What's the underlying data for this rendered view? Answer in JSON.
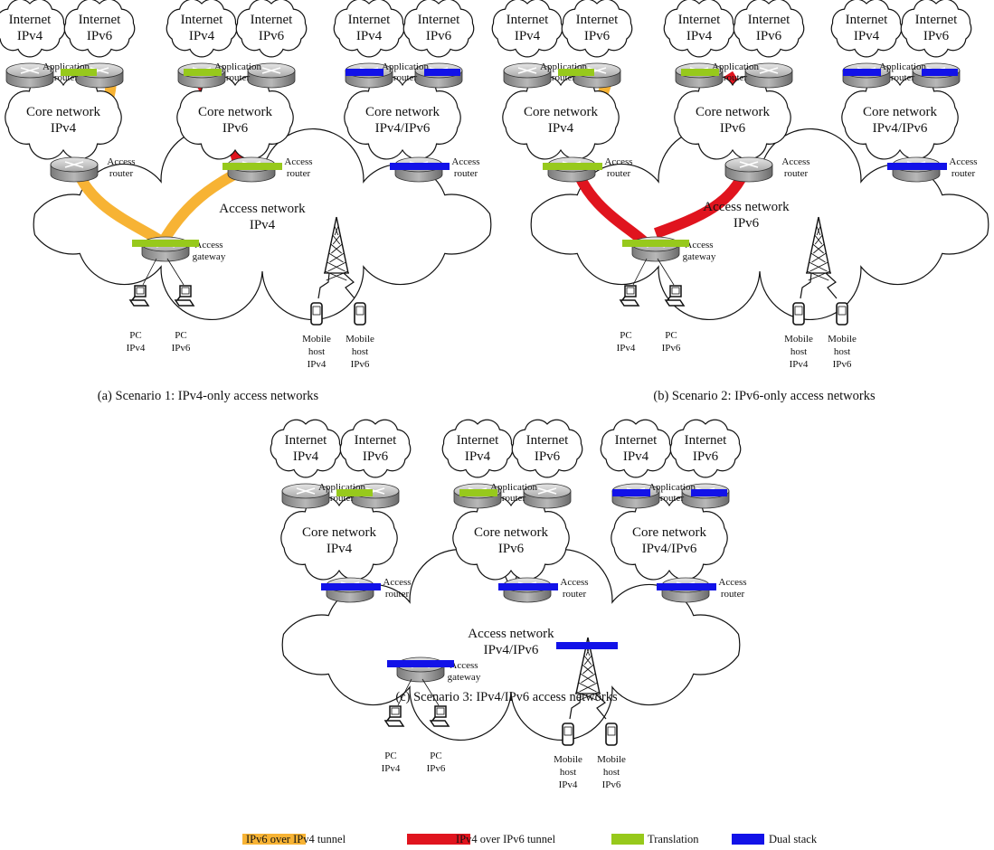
{
  "labels": {
    "internet_ipv4": [
      "Internet",
      "IPv4"
    ],
    "internet_ipv6": [
      "Internet",
      "IPv6"
    ],
    "application_router": [
      "Application",
      "router"
    ],
    "core": {
      "ipv4": [
        "Core network",
        "IPv4"
      ],
      "ipv6": [
        "Core network",
        "IPv6"
      ],
      "dual": [
        "Core network",
        "IPv4/IPv6"
      ]
    },
    "access_router": [
      "Access",
      "router"
    ],
    "access_gateway": [
      "Access",
      "gateway"
    ],
    "pc_ipv4": [
      "PC",
      "IPv4"
    ],
    "pc_ipv6": [
      "PC",
      "IPv6"
    ],
    "mobile_ipv4": [
      "Mobile",
      "host",
      "IPv4"
    ],
    "mobile_ipv6": [
      "Mobile",
      "host",
      "IPv6"
    ]
  },
  "scenarios": [
    {
      "id": "a",
      "access_net": [
        "Access network",
        "IPv4"
      ],
      "caption": "(a) Scenario 1: IPv4-only access networks"
    },
    {
      "id": "b",
      "access_net": [
        "Access network",
        "IPv6"
      ],
      "caption": "(b) Scenario 2: IPv6-only access networks"
    },
    {
      "id": "c",
      "access_net": [
        "Access network",
        "IPv4/IPv6"
      ],
      "caption": "(c) Scenario 3: IPv4/IPv6 access networks"
    }
  ],
  "legend": [
    {
      "label": "IPv6 over IPv4 tunnel",
      "color": "#F7B334"
    },
    {
      "label": "IPv4 over IPv6 tunnel",
      "color": "#E0141E"
    },
    {
      "label": "Translation",
      "color": "#97C91C"
    },
    {
      "label": "Dual stack",
      "color": "#1212E8"
    }
  ],
  "colors": {
    "tunnel_v6_over_v4": "#F7B334",
    "tunnel_v4_over_v6": "#E0141E",
    "translation": "#97C91C",
    "dual_stack": "#1212E8"
  }
}
